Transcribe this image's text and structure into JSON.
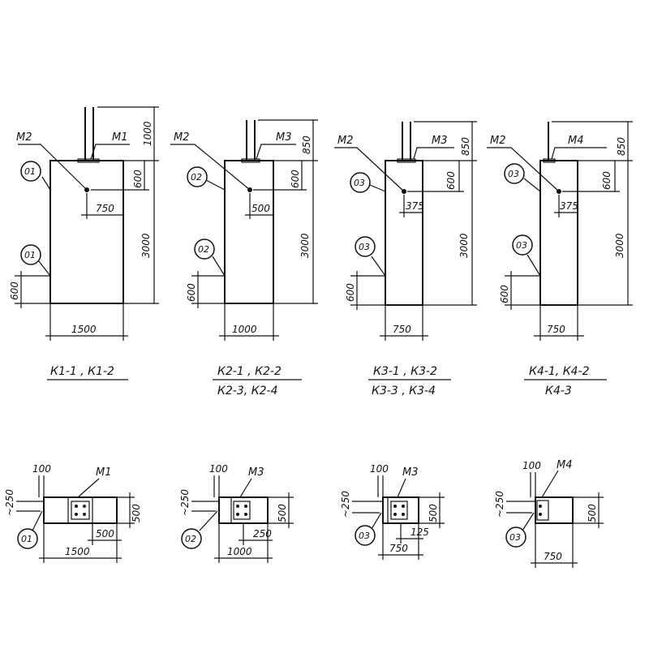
{
  "elevations": [
    {
      "marks": {
        "main": "M2",
        "top": "M1"
      },
      "dims": {
        "top": "1000",
        "upper": "600",
        "offset": "750",
        "height": "3000",
        "low": "600",
        "width": "1500"
      },
      "bubble": "01",
      "title": [
        "К1-1 , К1-2"
      ]
    },
    {
      "marks": {
        "main": "M2",
        "top": "M3"
      },
      "dims": {
        "top": "850",
        "upper": "600",
        "offset": "500",
        "height": "3000",
        "low": "600",
        "width": "1000"
      },
      "bubble": "02",
      "title": [
        "К2-1 , К2-2",
        "К2-3, К2-4"
      ]
    },
    {
      "marks": {
        "main": "M2",
        "top": "M3"
      },
      "dims": {
        "top": "850",
        "upper": "600",
        "offset": "375",
        "height": "3000",
        "low": "600",
        "width": "750"
      },
      "bubble": "03",
      "title": [
        "К3-1 , К3-2",
        "К3-3 , К3-4"
      ]
    },
    {
      "marks": {
        "main": "M2",
        "top": "M4"
      },
      "dims": {
        "top": "850",
        "upper": "600",
        "offset": "375",
        "height": "3000",
        "low": "600",
        "width": "750"
      },
      "bubble": "03",
      "title": [
        "К4-1, К4-2",
        "К4-3"
      ]
    }
  ],
  "plans": [
    {
      "mark": "M1",
      "bubble": "01",
      "dims": {
        "edge": "100",
        "side": "~250",
        "depth": "500",
        "half": "500",
        "width": "1500"
      }
    },
    {
      "mark": "M3",
      "bubble": "02",
      "dims": {
        "edge": "100",
        "side": "~250",
        "depth": "500",
        "half": "250",
        "width": "1000"
      }
    },
    {
      "mark": "M3",
      "bubble": "03",
      "dims": {
        "edge": "100",
        "side": "~250",
        "depth": "500",
        "half": "125",
        "width": "750"
      }
    },
    {
      "mark": "M4",
      "bubble": "03",
      "dims": {
        "edge": "100",
        "side": "~250",
        "depth": "500",
        "width": "750"
      }
    }
  ]
}
